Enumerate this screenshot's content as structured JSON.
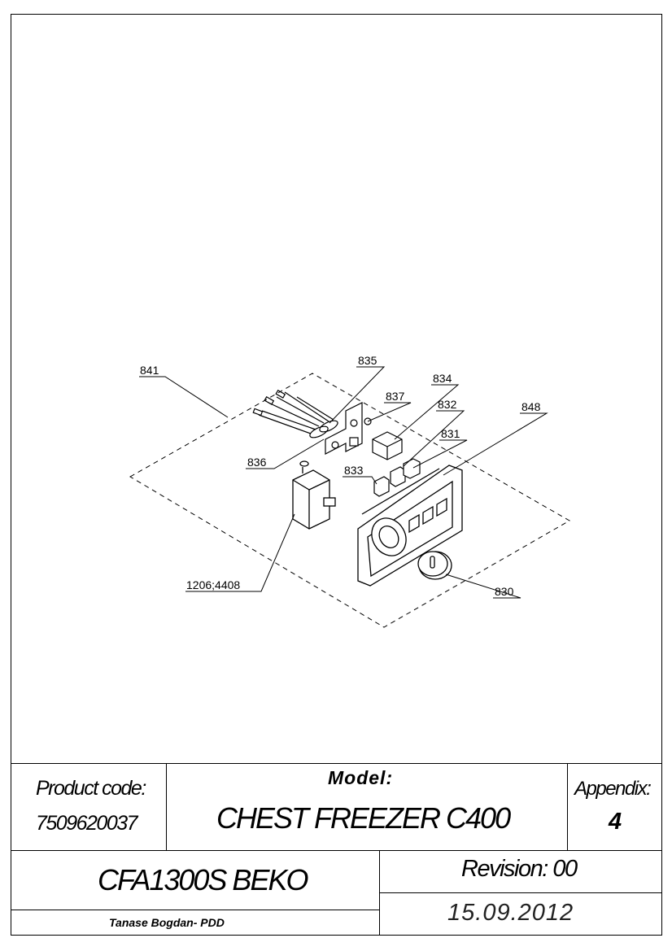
{
  "callouts": {
    "c841": "841",
    "c835": "835",
    "c834": "834",
    "c837": "837",
    "c832": "832",
    "c848": "848",
    "c831": "831",
    "c836": "836",
    "c833": "833",
    "c1206": "1206;4408",
    "c830": "830"
  },
  "title_block": {
    "product_code_label": "Product code:",
    "product_code_value": "7509620037",
    "model_label": "Model:",
    "model_value": "CHEST FREEZER C400",
    "appendix_label": "Appendix:",
    "appendix_value": "4",
    "variant": "CFA1300S BEKO",
    "revision": "Revision: 00",
    "author": "Tanase Bogdan- PDD",
    "date": "15.09.2012"
  }
}
